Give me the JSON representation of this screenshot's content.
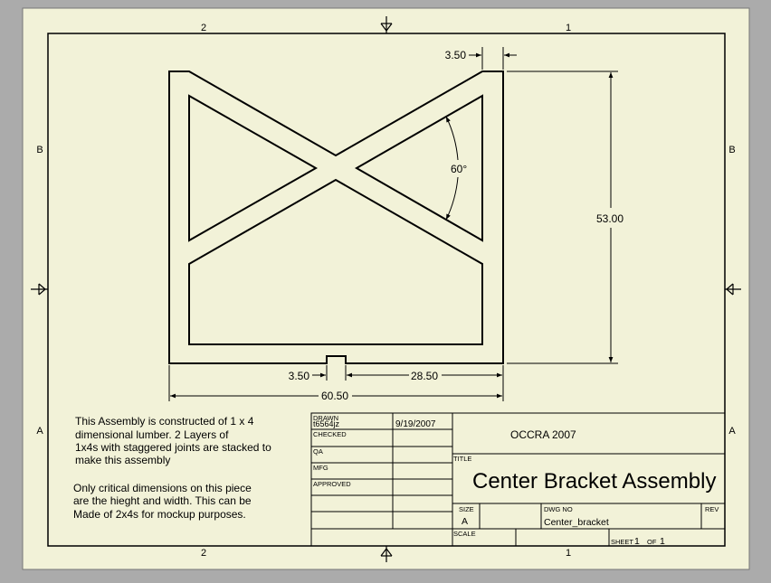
{
  "colors": {
    "paper": "#f2f2d8",
    "background": "#ababab",
    "ink": "#000000"
  },
  "zones": {
    "top_left": "2",
    "top_right": "1",
    "bottom_left": "2",
    "bottom_right": "1",
    "left_upper": "B",
    "left_lower": "A",
    "right_upper": "B",
    "right_lower": "A"
  },
  "dimensions": {
    "top_width": "3.50",
    "angle": "60°",
    "height": "53.00",
    "notch_left": "3.50",
    "notch_right": "28.50",
    "overall_width": "60.50"
  },
  "notes": {
    "para1": [
      "This Assembly is constructed of 1 x 4",
      "dimensional lumber.   2 Layers of",
      "1x4s with staggered joints are stacked to",
      "make this assembly"
    ],
    "para2": [
      "Only critical dimensions on this piece",
      "are the hieght and width.  This can be",
      "Made of 2x4s for mockup purposes."
    ]
  },
  "title_block": {
    "drawn_label": "DRAWN",
    "drawn_by": "t6564jz",
    "drawn_date": "9/19/2007",
    "checked_label": "CHECKED",
    "qa_label": "QA",
    "mfg_label": "MFG",
    "approved_label": "APPROVED",
    "company": "OCCRA 2007",
    "title_label": "TITLE",
    "title": "Center Bracket Assembly",
    "size_label": "SIZE",
    "size": "A",
    "dwg_no_label": "DWG NO",
    "dwg_no": "Center_bracket",
    "rev_label": "REV",
    "scale_label": "SCALE",
    "sheet_label": "SHEET",
    "sheet": "1",
    "of_label": "OF",
    "sheet_total": "1"
  }
}
